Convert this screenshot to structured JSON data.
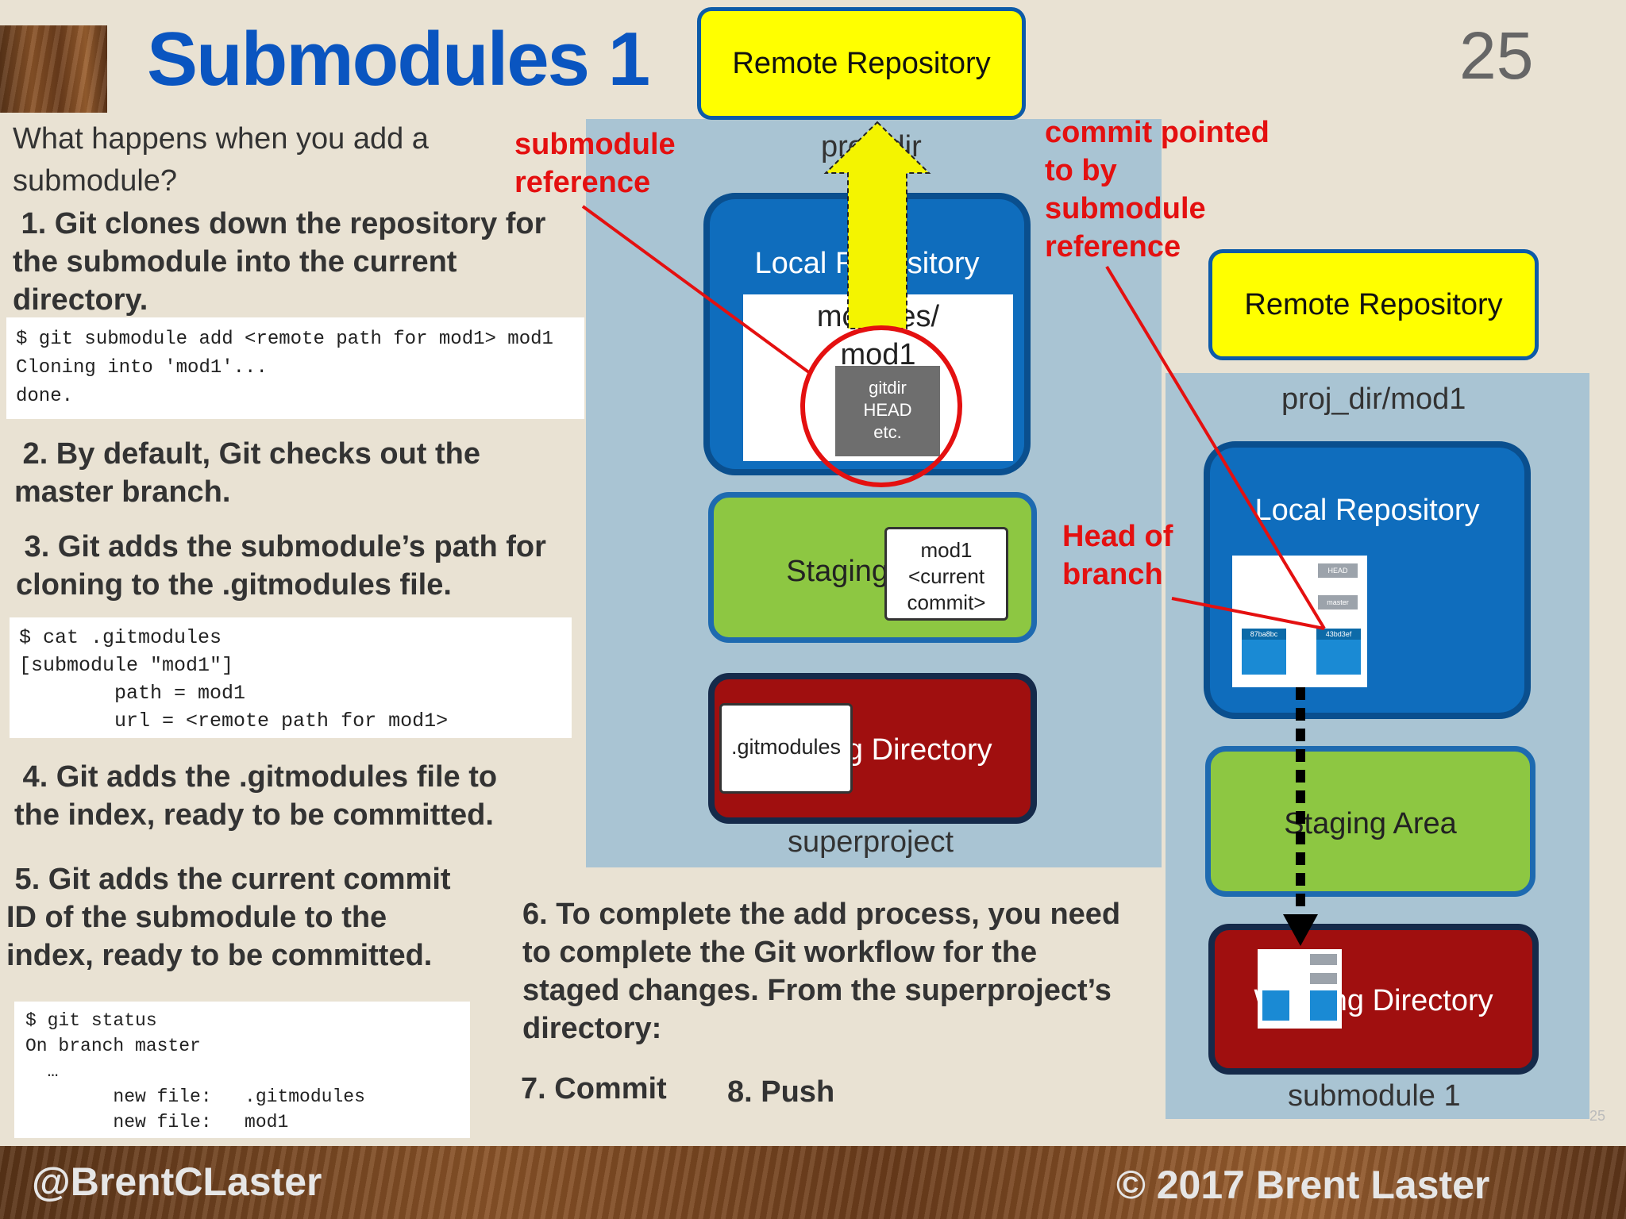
{
  "slide": {
    "title": "Submodules 1",
    "page_number": "25",
    "corner_page_number": "25",
    "footer_left": "@BrentCLaster",
    "footer_right": "© 2017 Brent Laster"
  },
  "steps": {
    "question_line1": "What happens when you add a",
    "question_line2": "submodule?",
    "step1_line1": " 1. Git clones down the repository for",
    "step1_line2": "the submodule into the current",
    "step1_line3": "directory.",
    "step2_line1": " 2. By default, Git checks out the",
    "step2_line2": "master branch.",
    "step3_line1": " 3. Git adds the submodule’s path for",
    "step3_line2": "cloning to the .gitmodules file.",
    "step4_line1": " 4. Git adds the .gitmodules file to",
    "step4_line2": "the index, ready to be committed.",
    "step5_line1": " 5. Git adds the current commit",
    "step5_line2": "ID of the submodule to the",
    "step5_line3": "index, ready to be committed.",
    "step6_line1": "6. To complete the add process, you need",
    "step6_line2": "to complete the Git workflow for the",
    "step6_line3": "staged changes.  From the superproject’s",
    "step6_line4": "directory:",
    "step7": "7. Commit",
    "step8": "8. Push"
  },
  "code": {
    "block1": "$ git submodule add <remote path for mod1> mod1\nCloning into 'mod1'...\ndone.",
    "block2": "$ cat .gitmodules\n[submodule \"mod1\"]\n        path = mod1\n        url = <remote path for mod1>",
    "block3": "$ git status\nOn branch master\n  …\n        new file:   .gitmodules\n        new file:   mod1"
  },
  "superproject": {
    "remote_repo": "Remote Repository",
    "proj_dir": "proj_dir",
    "local_repo": "Local Repository",
    "modules_line1": "modules/",
    "modules_line2": "mod1",
    "gitdir_line1": "gitdir",
    "gitdir_line2": "HEAD",
    "gitdir_line3": "etc.",
    "staging": "Staging Area",
    "staging_scroll_line1": "mod1",
    "staging_scroll_line2": "<current",
    "staging_scroll_line3": "commit>",
    "working_dir": "Working Directory",
    "gitmodules_file": ".gitmodules",
    "caption": "superproject"
  },
  "submodule": {
    "remote_repo": "Remote Repository",
    "proj_dir": "proj_dir/mod1",
    "local_repo": "Local Repository",
    "staging": "Staging Area",
    "working_dir": "Working Directory",
    "caption": "submodule 1",
    "mini_head": "HEAD",
    "mini_branch": "master",
    "mini_commit1": "87ba8bc",
    "mini_commit2": "43bd3ef"
  },
  "annotations": {
    "submodule_ref_line1": "submodule",
    "submodule_ref_line2": "reference",
    "commit_pointed_line1": "commit pointed",
    "commit_pointed_line2": "to by",
    "commit_pointed_line3": "submodule",
    "commit_pointed_line4": "reference",
    "head_of_line1": "Head of",
    "head_of_line2": "branch"
  },
  "colors": {
    "title": "#0a55c0",
    "annotation": "#e41010",
    "remote_repo": "#ffff00",
    "local_repo": "#0f6dbd",
    "staging_area": "#8dc742",
    "working_dir": "#a00f0f"
  }
}
